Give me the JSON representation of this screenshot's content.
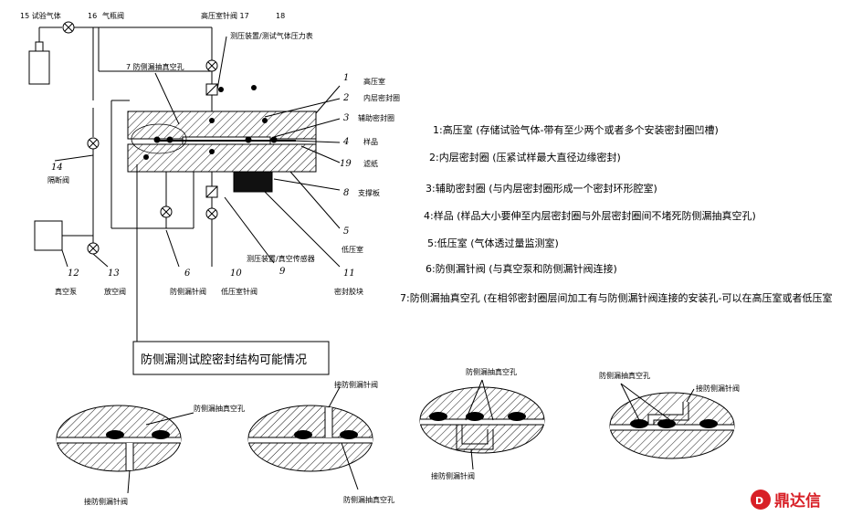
{
  "labels": {
    "l15": "15 试验气体",
    "l16": "16",
    "l16b": "气瓶阀",
    "l17": "高压室针阀 17",
    "l18": "18",
    "l18b": "测压装置/测试气体压力表",
    "l7": "7 防侧漏抽真空孔",
    "l1": "1",
    "l1b": "高压室",
    "l2": "2",
    "l2b": "内层密封圈",
    "l3": "3",
    "l3b": "辅助密封圈",
    "l4": "4",
    "l4b": "样品",
    "l19": "19",
    "l19b": "滤纸",
    "l8": "8",
    "l8b": "支撑板",
    "l14": "14",
    "l14b": "隔断阀",
    "l5": "5",
    "l5b": "低压室",
    "l12": "12",
    "l12b": "真空泵",
    "l13": "13",
    "l13b": "放空阀",
    "l6": "6",
    "l6b": "防侧漏针阀",
    "l10": "10",
    "l10b": "低压室针阀",
    "l9a": "测压装置/真空传感器",
    "l9": "9",
    "l11": "11",
    "l11b": "密封胶块"
  },
  "legend": [
    "1:高压室 (存储试验气体-带有至少两个或者多个安装密封圈凹槽)",
    "2:内层密封圈 (压紧试样最大直径边缘密封)",
    "3:辅助密封圈 (与内层密封圈形成一个密封环形腔室)",
    "4:样品 (样品大小要伸至内层密封圈与外层密封圈间不堵死防侧漏抽真空孔)",
    "5:低压室 (气体透过量监测室)",
    "6:防侧漏针阀 (与真空泵和防侧漏针阀连接)",
    "7:防侧漏抽真空孔 (在相邻密封圈层间加工有与防侧漏针阀连接的安装孔-可以在高压室或者低压室"
  ],
  "box_title": "防侧漏测试腔密封结构可能情况",
  "small": {
    "a_top": "防侧漏抽真空孔",
    "a_bottom": "接防侧漏针阀",
    "b_top": "接防侧漏针阀",
    "b_bottom": "防侧漏抽真空孔",
    "c_top": "防侧漏抽真空孔",
    "c_bottom": "接防侧漏针阀",
    "d_top": "防侧漏抽真空孔",
    "d_right": "接防侧漏针阀"
  },
  "watermark": "鼎达信",
  "colors": {
    "line": "#000000",
    "watermark": "#d81f26"
  }
}
